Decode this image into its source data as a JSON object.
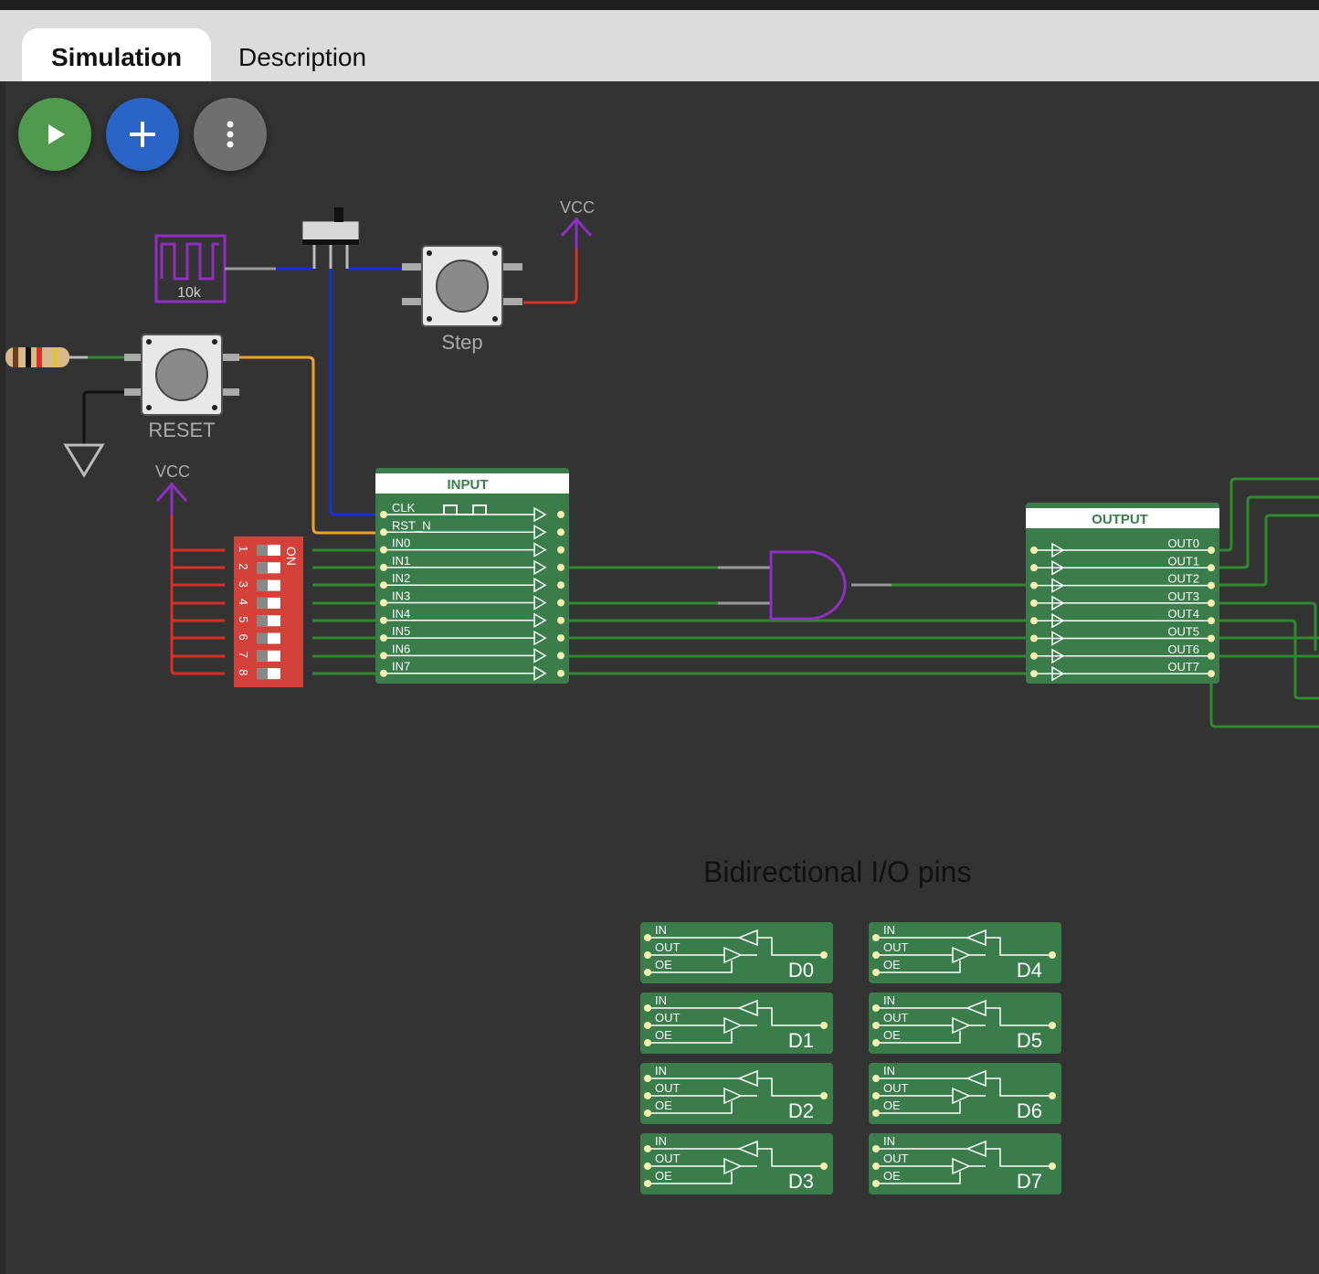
{
  "tabs": [
    {
      "label": "Simulation",
      "active": true
    },
    {
      "label": "Description",
      "active": false
    }
  ],
  "toolbar": {
    "play_icon": "play-icon",
    "add_icon": "plus-icon",
    "more_icon": "more-vertical-icon"
  },
  "colors": {
    "canvas": "#333333",
    "module_green": "#3a7d4a",
    "wire_green": "#2f8a2f",
    "wire_red": "#d93025",
    "wire_blue": "#1a2fe0",
    "wire_orange": "#f0a030",
    "gate_purple": "#8e2fc2",
    "play_button": "#4f9a4f",
    "add_button": "#2a64c6",
    "more_button": "#6f6f6f"
  },
  "clock": {
    "label": "10k"
  },
  "step_button": {
    "label": "Step"
  },
  "reset_button": {
    "label": "RESET"
  },
  "vcc_labels": [
    "VCC",
    "VCC"
  ],
  "dip_switch": {
    "on_label": "ON",
    "positions": [
      "1",
      "2",
      "3",
      "4",
      "5",
      "6",
      "7",
      "8"
    ]
  },
  "input_module": {
    "title": "INPUT",
    "pins": [
      "CLK",
      "RST_N",
      "IN0",
      "IN1",
      "IN2",
      "IN3",
      "IN4",
      "IN5",
      "IN6",
      "IN7"
    ]
  },
  "output_module": {
    "title": "OUTPUT",
    "pins": [
      "OUT0",
      "OUT1",
      "OUT2",
      "OUT3",
      "OUT4",
      "OUT5",
      "OUT6",
      "OUT7"
    ]
  },
  "bidirectional": {
    "title": "Bidirectional I/O pins",
    "pin_labels": [
      "IN",
      "OUT",
      "OE"
    ],
    "blocks": [
      "D0",
      "D1",
      "D2",
      "D3",
      "D4",
      "D5",
      "D6",
      "D7"
    ]
  }
}
